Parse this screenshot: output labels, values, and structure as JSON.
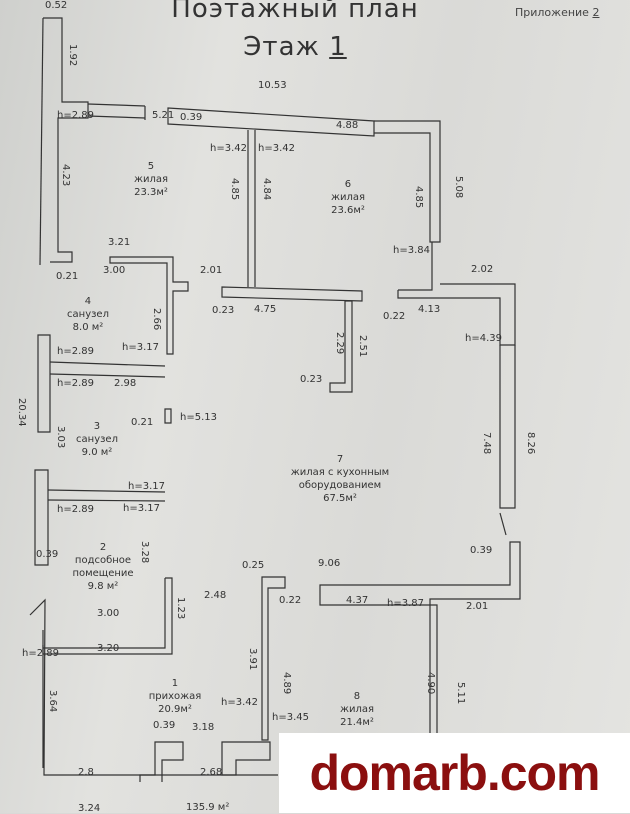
{
  "header": {
    "title": "Поэтажный план",
    "floor_label": "Этаж",
    "floor_number": "1",
    "appendix_label": "Приложение",
    "appendix_number": "2"
  },
  "rooms": [
    {
      "number": "1",
      "type": "прихожая",
      "area": "20.9м²"
    },
    {
      "number": "2",
      "type": "подсобное помещение",
      "area": "9.8 м²"
    },
    {
      "number": "3",
      "type": "санузел",
      "area": "9.0 м²"
    },
    {
      "number": "4",
      "type": "санузел",
      "area": "8.0 м²"
    },
    {
      "number": "5",
      "type": "жилая",
      "area": "23.3м²"
    },
    {
      "number": "6",
      "type": "жилая",
      "area": "23.6м²"
    },
    {
      "number": "7",
      "type": "жилая с кухонным оборудованием",
      "area": "67.5м²"
    },
    {
      "number": "8",
      "type": "жилая",
      "area": "21.4м²"
    }
  ],
  "dimensions": [
    "0.52",
    "1.92",
    "h=2.89",
    "5.21",
    "0.39",
    "10.53",
    "4.88",
    "h=3.42",
    "h=3.42",
    "4.85",
    "4.84",
    "4.23",
    "4.85",
    "5.08",
    "3.21",
    "h=3.84",
    "0.21",
    "3.00",
    "2.01",
    "2.02",
    "0.23",
    "4.75",
    "0.22",
    "4.13",
    "2.66",
    "h=4.39",
    "2.29",
    "2.51",
    "h=2.89",
    "h=3.17",
    "h=2.89",
    "2.98",
    "0.23",
    "20.34",
    "0.21",
    "h=5.13",
    "3.03",
    "7.48",
    "8.26",
    "h=3.17",
    "h=2.89",
    "h=3.17",
    "3.28",
    "0.39",
    "0.25",
    "9.06",
    "2.48",
    "0.22",
    "4.37",
    "h=3.87",
    "2.01",
    "1.23",
    "3.00",
    "3.20",
    "h=2.89",
    "3.91",
    "4.89",
    "4.90",
    "5.11",
    "3.64",
    "h=3.42",
    "h=3.45",
    "0.39",
    "3.18",
    "2.68",
    "2.8",
    "3.24",
    "135.9 м²",
    "0.39"
  ],
  "watermark": {
    "text": "domarb.com",
    "color": "#8b0f0f"
  }
}
